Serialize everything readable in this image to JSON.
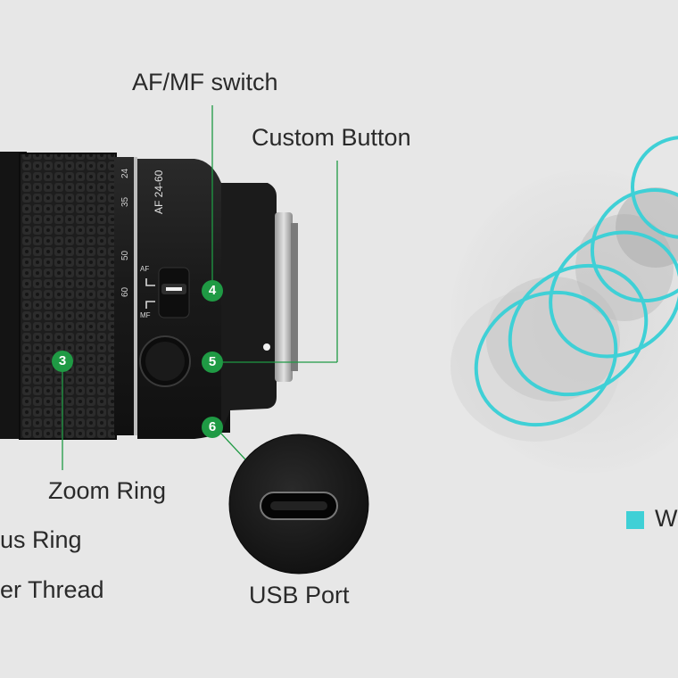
{
  "callouts": {
    "af_mf_switch": "AF/MF switch",
    "custom_button": "Custom Button",
    "zoom_ring": "Zoom Ring",
    "focus_ring": "us Ring",
    "filter_thread": "er Thread",
    "usb_port": "USB Port"
  },
  "badges": {
    "zoom": "3",
    "switch": "4",
    "button": "5",
    "usb": "6"
  },
  "barrel_markings": {
    "lens_name": "AF 24-60",
    "focal_24": "24",
    "focal_35": "35",
    "focal_50": "50",
    "focal_60": "60",
    "af": "AF",
    "mf": "MF"
  },
  "legend": {
    "partial_text": "W"
  },
  "colors": {
    "callout_green": "#1f9a44",
    "seal_cyan": "#3fd0d6",
    "background": "#e7e7e7"
  }
}
